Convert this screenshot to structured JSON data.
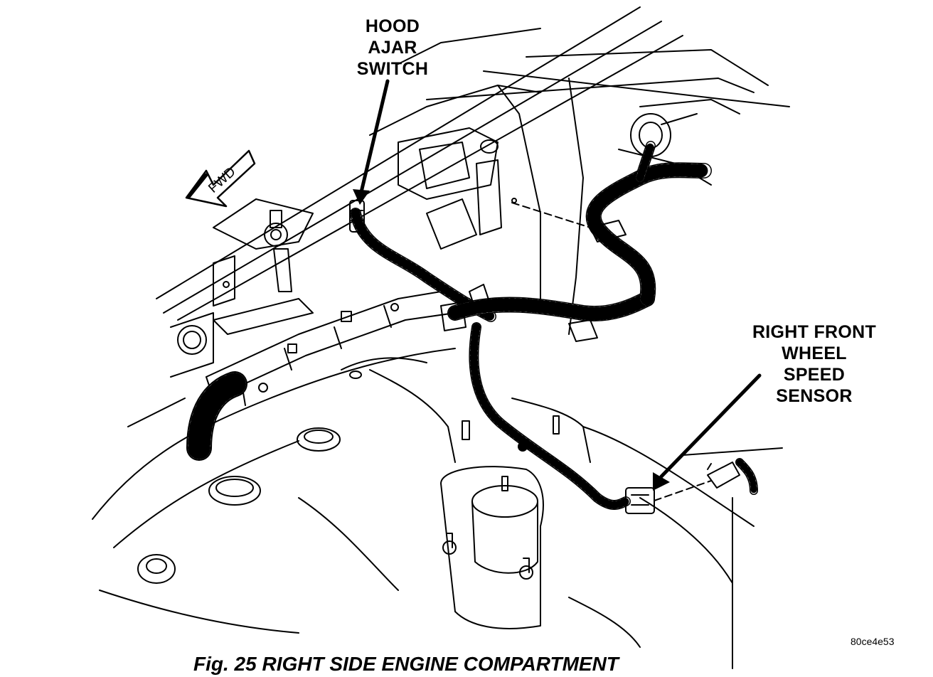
{
  "callouts": {
    "hood_ajar_switch": [
      "HOOD",
      "AJAR",
      "SWITCH"
    ],
    "right_front_wheel_speed_sensor": [
      "RIGHT FRONT",
      "WHEEL",
      "SPEED",
      "SENSOR"
    ]
  },
  "direction_marker": "FWD",
  "figure_code": "80ce4e53",
  "caption": "Fig. 25 RIGHT SIDE ENGINE COMPARTMENT"
}
